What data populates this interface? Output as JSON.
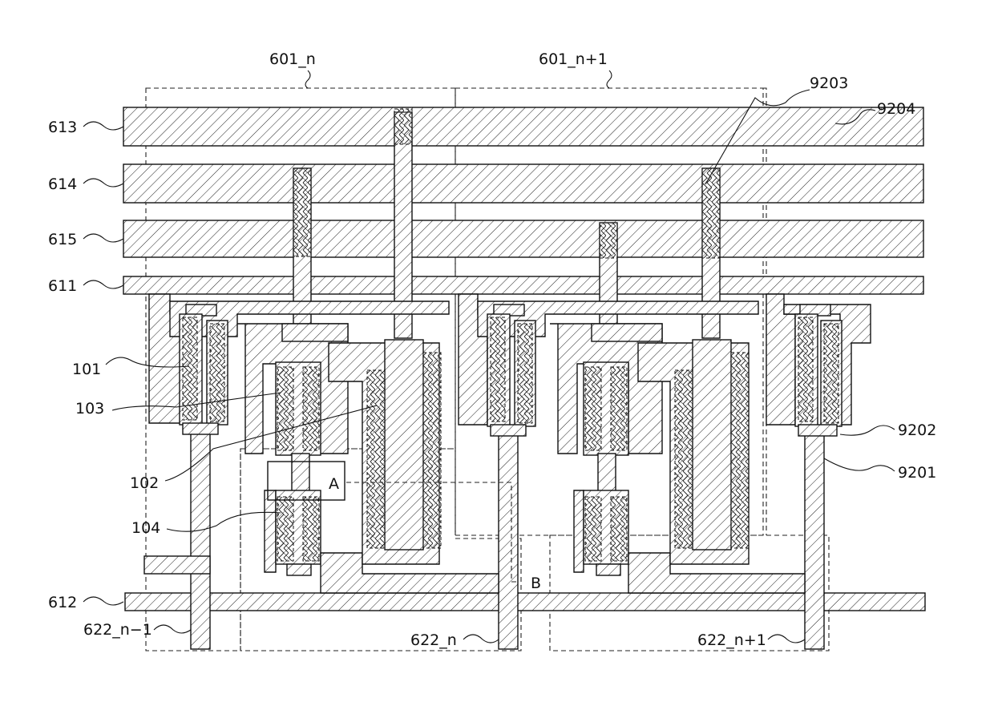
{
  "labels": {
    "cell_n": "601_n",
    "cell_n1": "601_n+1",
    "l9203": "9203",
    "l9204": "9204",
    "l613": "613",
    "l614": "614",
    "l615": "615",
    "l611": "611",
    "l101": "101",
    "l103": "103",
    "l102": "102",
    "l104": "104",
    "l9202": "9202",
    "l9201": "9201",
    "l612": "612",
    "lA": "A",
    "lB": "B",
    "sig_n_minus": "622_n−1",
    "sig_n": "622_n",
    "sig_n_plus": "622_n+1"
  }
}
